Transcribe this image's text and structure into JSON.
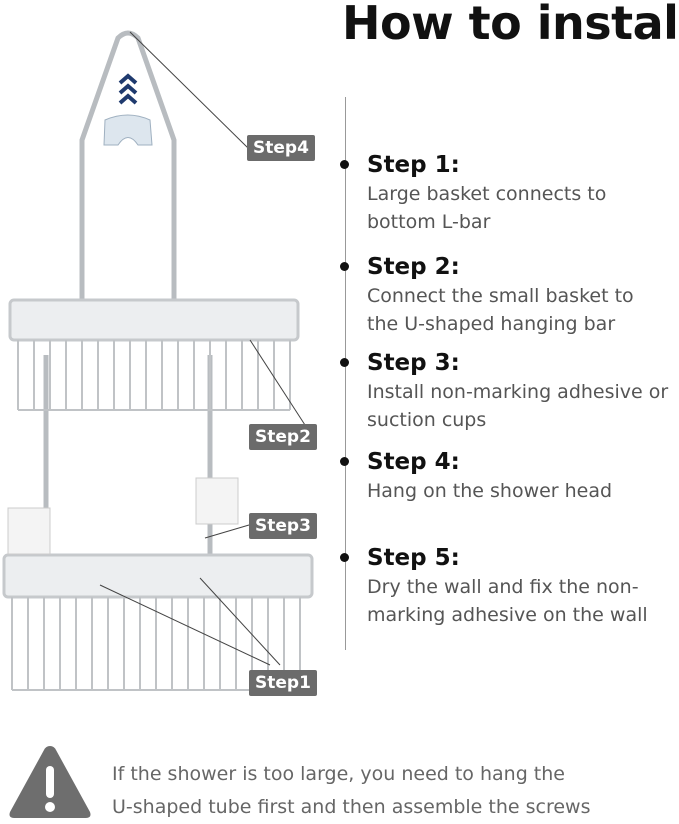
{
  "title": "How to install",
  "steps": [
    {
      "heading": "Step 1:",
      "text": "Large basket connects to bottom L-bar"
    },
    {
      "heading": "Step 2:",
      "text": "Connect the small basket to the U-shaped hanging bar"
    },
    {
      "heading": "Step 3:",
      "text": "Install non-marking adhesive or suction cups"
    },
    {
      "heading": "Step 4:",
      "text": "Hang on the shower head"
    },
    {
      "heading": "Step 5:",
      "text": "Dry the wall and fix the non-marking adhesive on the wall"
    }
  ],
  "tags": {
    "step1": "Step1",
    "step2": "Step2",
    "step3": "Step3",
    "step4": "Step4"
  },
  "note": {
    "line1": "If the shower is too large, you need to hang the",
    "line2": "U-shaped tube first and then assemble the screws"
  },
  "icons": {
    "warning": "warning-triangle-icon",
    "arrows": "chevron-up-icon"
  },
  "colors": {
    "tag_bg": "#6b6b6b",
    "warning": "#6e6e6e",
    "arrow": "#1f3a6e"
  }
}
